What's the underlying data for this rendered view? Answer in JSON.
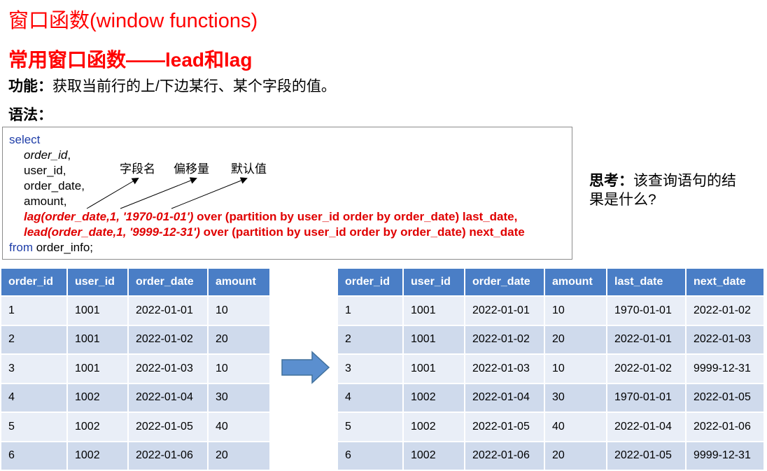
{
  "title": "窗口函数(window functions)",
  "subtitle": "常用窗口函数——lead和lag",
  "function_desc": {
    "label": "功能：",
    "text": "获取当前行的上/下边某行、某个字段的值。"
  },
  "syntax_label": "语法：",
  "code": {
    "select": "select",
    "col1": "order_id",
    "col1_comma": ",",
    "col2": "user_id,",
    "col3": "order_date,",
    "col4": "amount,",
    "lag_func": "lag(order_date,1, '1970-01-01')",
    "lag_rest": " over (partition by user_id order by order_date) last_date,",
    "lead_func": "lead(order_date,1, '9999-12-31')",
    "lead_rest": " over (partition by user_id order by order_date) next_date",
    "from_kw": "from",
    "from_rest": " order_info;"
  },
  "annotations": {
    "field_name": "字段名",
    "offset": "偏移量",
    "default_value": "默认值"
  },
  "think": {
    "label": "思考：",
    "text": "该查询语句的结果是什么?"
  },
  "colors": {
    "title_red": "#ff0000",
    "keyword_blue": "#1f3ea8",
    "header_blue": "#4a7ec6",
    "row_dark": "#cfdaec",
    "row_light": "#e9eef7",
    "arrow_blue": "#5b8fcf"
  },
  "left_table": {
    "headers": [
      "order_id",
      "user_id",
      "order_date",
      "amount"
    ],
    "rows": [
      [
        "1",
        "1001",
        "2022-01-01",
        "10"
      ],
      [
        "2",
        "1001",
        "2022-01-02",
        "20"
      ],
      [
        "3",
        "1001",
        "2022-01-03",
        "10"
      ],
      [
        "4",
        "1002",
        "2022-01-04",
        "30"
      ],
      [
        "5",
        "1002",
        "2022-01-05",
        "40"
      ],
      [
        "6",
        "1002",
        "2022-01-06",
        "20"
      ]
    ]
  },
  "right_table": {
    "headers": [
      "order_id",
      "user_id",
      "order_date",
      "amount",
      "last_date",
      "next_date"
    ],
    "rows": [
      [
        "1",
        "1001",
        "2022-01-01",
        "10",
        "1970-01-01",
        "2022-01-02"
      ],
      [
        "2",
        "1001",
        "2022-01-02",
        "20",
        "2022-01-01",
        "2022-01-03"
      ],
      [
        "3",
        "1001",
        "2022-01-03",
        "10",
        "2022-01-02",
        "9999-12-31"
      ],
      [
        "4",
        "1002",
        "2022-01-04",
        "30",
        "1970-01-01",
        "2022-01-05"
      ],
      [
        "5",
        "1002",
        "2022-01-05",
        "40",
        "2022-01-04",
        "2022-01-06"
      ],
      [
        "6",
        "1002",
        "2022-01-06",
        "20",
        "2022-01-05",
        "9999-12-31"
      ]
    ]
  },
  "arrow_icon": "right-arrow-icon"
}
